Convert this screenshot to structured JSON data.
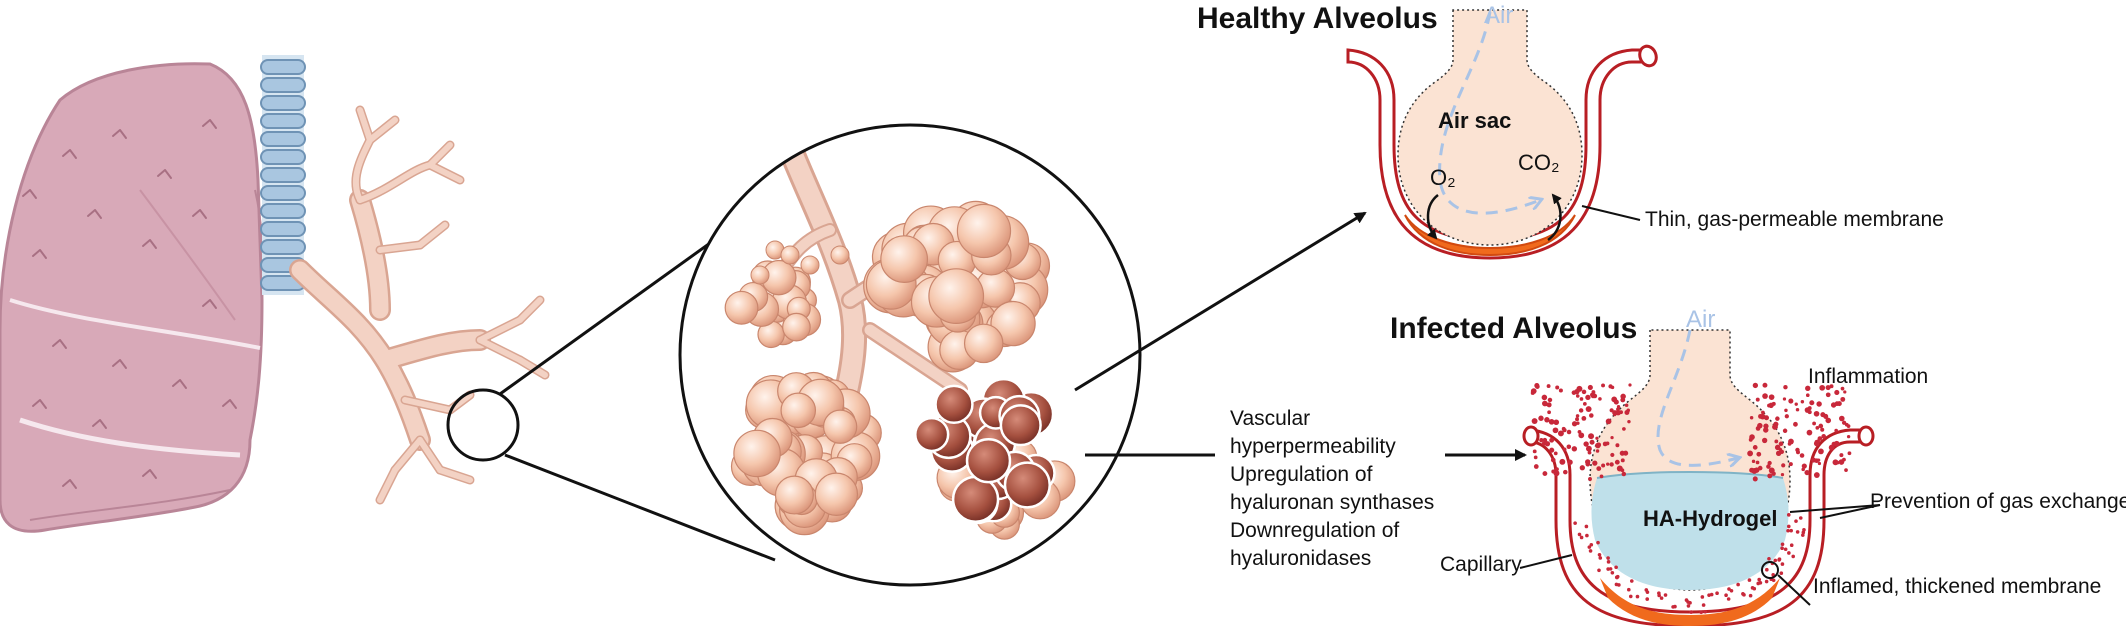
{
  "healthy": {
    "title": "Healthy Alveolus",
    "air": "Air",
    "air_sac": "Air sac",
    "o2": "O₂",
    "co2": "CO₂",
    "membrane": "Thin, gas-permeable membrane"
  },
  "infected": {
    "title": "Infected Alveolus",
    "air": "Air",
    "inflammation": "Inflammation",
    "hydrogel": "HA-Hydrogel",
    "prevention": "Prevention of gas exchange",
    "capillary": "Capillary",
    "inflamed_membrane": "Inflamed, thickened membrane"
  },
  "mechanisms": [
    "Vascular",
    "hyperpermeability",
    "Upregulation of",
    "hyaluronan synthases",
    "Downregulation of",
    "hyaluronidases"
  ],
  "colors": {
    "lung": "#d8a9b8",
    "trachea": "#a9c6e0",
    "bronchi": "#f3d2c4",
    "alveoli": "#f4c2a8",
    "infected_alveoli": "#9a4a3e",
    "capillary_wall": "#b81e24",
    "membrane": "#f06a1d",
    "air_sac": "#fbe3d3",
    "hydrogel": "#bfe0ea",
    "air_arrow": "#a9c3e6"
  }
}
